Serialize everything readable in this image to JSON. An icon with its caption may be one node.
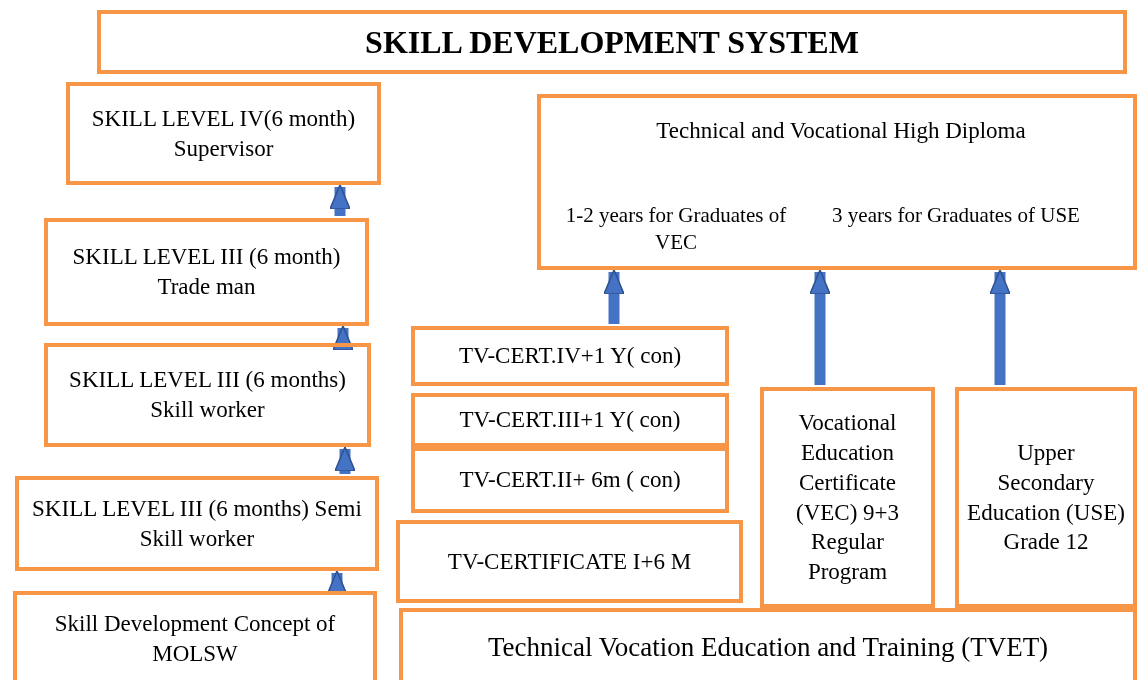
{
  "diagram": {
    "title": "SKILL DEVELOPMENT SYSTEM",
    "nodes": [
      {
        "text": [
          "SKILL LEVEL IV(6 month) Supervisor"
        ]
      },
      {
        "text": [
          "SKILL LEVEL III (6 month) Trade man"
        ]
      },
      {
        "text": [
          "SKILL LEVEL III (6 months) Skill worker"
        ]
      },
      {
        "text": [
          "SKILL LEVEL III (6 months) Semi Skill worker"
        ]
      },
      {
        "text": [
          "Skill Development Concept of MOLSW"
        ]
      },
      {
        "text": [
          "Technical and Vocational High Diploma",
          "1-2 years for Graduates of VEC",
          "3 years for Graduates of USE"
        ]
      },
      {
        "text": [
          "TV-CERT.IV+1 Y( con)"
        ]
      },
      {
        "text": [
          "TV-CERT.III+1 Y( con)"
        ]
      },
      {
        "text": [
          "TV-CERT.II+ 6m ( con)"
        ]
      },
      {
        "text": [
          "TV-CERTIFICATE I+6 M"
        ]
      },
      {
        "text": [
          "Vocational Education Certificate (VEC) 9+3 Regular Program"
        ]
      },
      {
        "text": [
          "Upper Secondary Education (USE) Grade 12"
        ]
      },
      {
        "text": [
          "Technical Vocation Education and Training (TVET)"
        ]
      }
    ],
    "edges": [
      {
        "from": 4,
        "to": 3,
        "arrow": "to"
      },
      {
        "from": 3,
        "to": 2,
        "arrow": "to"
      },
      {
        "from": 2,
        "to": 1,
        "arrow": "to"
      },
      {
        "from": 1,
        "to": 0,
        "arrow": "to"
      },
      {
        "from": 6,
        "to": 5,
        "arrow": "to"
      },
      {
        "from": 10,
        "to": 5,
        "arrow": "to"
      },
      {
        "from": 11,
        "to": 5,
        "arrow": "to"
      }
    ]
  }
}
